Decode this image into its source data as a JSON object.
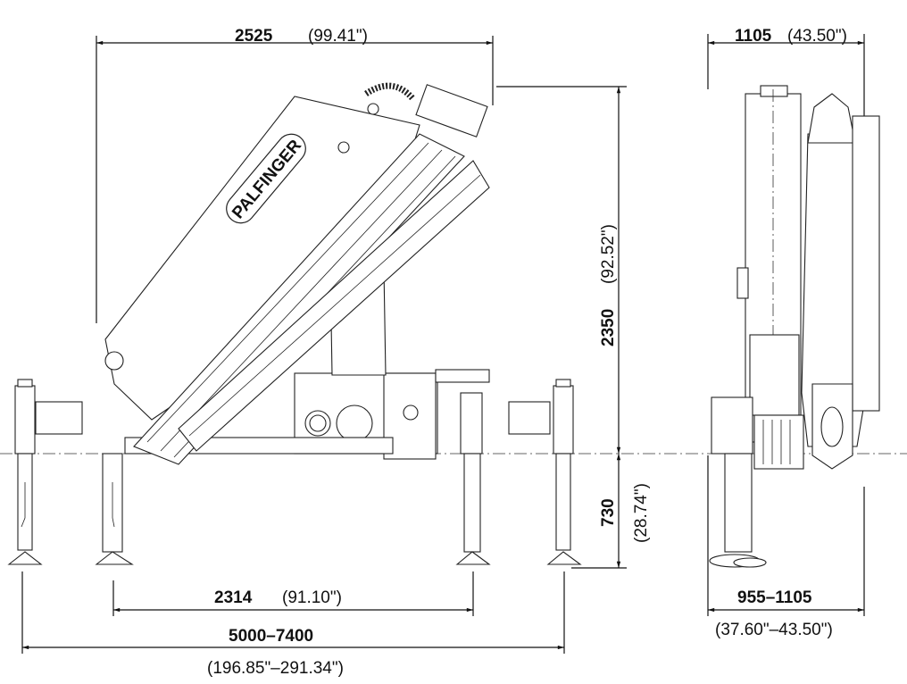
{
  "brand": "PALFINGER",
  "dimensions": {
    "top_width": {
      "value": "2525",
      "inches": "(99.41\")"
    },
    "side_width": {
      "value": "1105",
      "inches": "(43.50\")"
    },
    "height": {
      "value": "2350",
      "inches": "(92.52\")"
    },
    "below_base": {
      "value": "730",
      "inches": "(28.74\")"
    },
    "outrigger_span": {
      "value": "2314",
      "inches": "(91.10\")"
    },
    "total_span": {
      "value": "5000–7400",
      "inches": "(196.85\"–291.34\")"
    },
    "side_span": {
      "value": "955–1105",
      "inches": "(37.60\"–43.50\")"
    }
  }
}
